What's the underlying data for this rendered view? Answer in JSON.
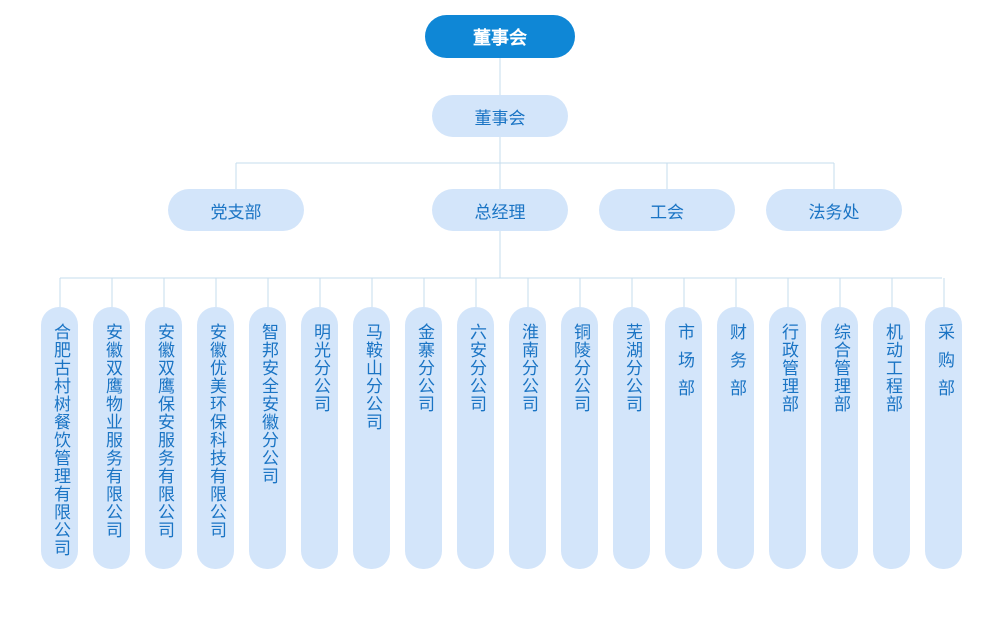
{
  "org": {
    "top": "董事会",
    "level1": "董事会",
    "level2": [
      "党支部",
      "总经理",
      "工会",
      "法务处"
    ],
    "level3": [
      "合肥古村树餐饮管理有限公司",
      "安徽双鹰物业服务有限公司",
      "安徽双鹰保安服务有限公司",
      "安徽优美环保科技有限公司",
      "智邦安全安徽分公司",
      "明光分公司",
      "马鞍山分公司",
      "金寨分公司",
      "六安分公司",
      "淮南分公司",
      "铜陵分公司",
      "芜湖分公司",
      "市场部",
      "财务部",
      "行政管理部",
      "综合管理部",
      "机动工程部",
      "采购部"
    ]
  },
  "colors": {
    "top_fill": "#0f87d6",
    "node_fill": "#d3e5fa",
    "text": "#1a74c4",
    "line": "#c6dcee"
  }
}
